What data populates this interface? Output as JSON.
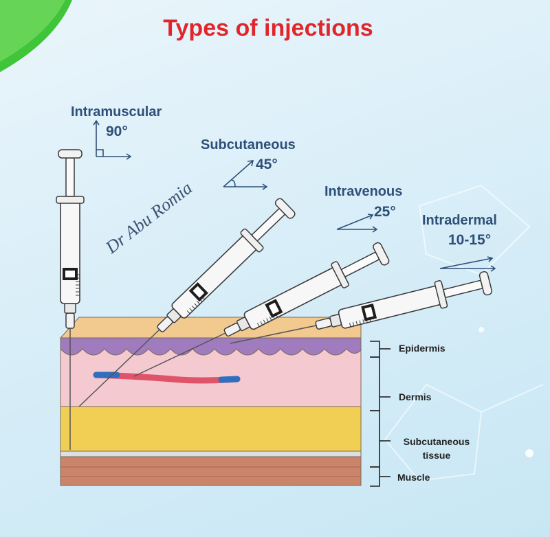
{
  "title": "Types of injections",
  "signature": "Dr Abu Romia",
  "injections": [
    {
      "name": "Intramuscular",
      "angle": "90°"
    },
    {
      "name": "Subcutaneous",
      "angle": "45°"
    },
    {
      "name": "Intravenous",
      "angle": "25°"
    },
    {
      "name": "Intradermal",
      "angle": "10-15°"
    }
  ],
  "layers": [
    {
      "name": "Epidermis"
    },
    {
      "name": "Dermis"
    },
    {
      "name": "Subcutaneous tissue"
    },
    {
      "name": "Muscle"
    }
  ],
  "colors": {
    "title": "#e0262a",
    "text": "#2e4f78",
    "epidermis": "#a07bbd",
    "dermis": "#f4c9cf",
    "subcutaneous": "#f1cf55",
    "muscle": "#c9846a",
    "vein": "#e0546a",
    "vein_blue": "#2f6fc0"
  }
}
